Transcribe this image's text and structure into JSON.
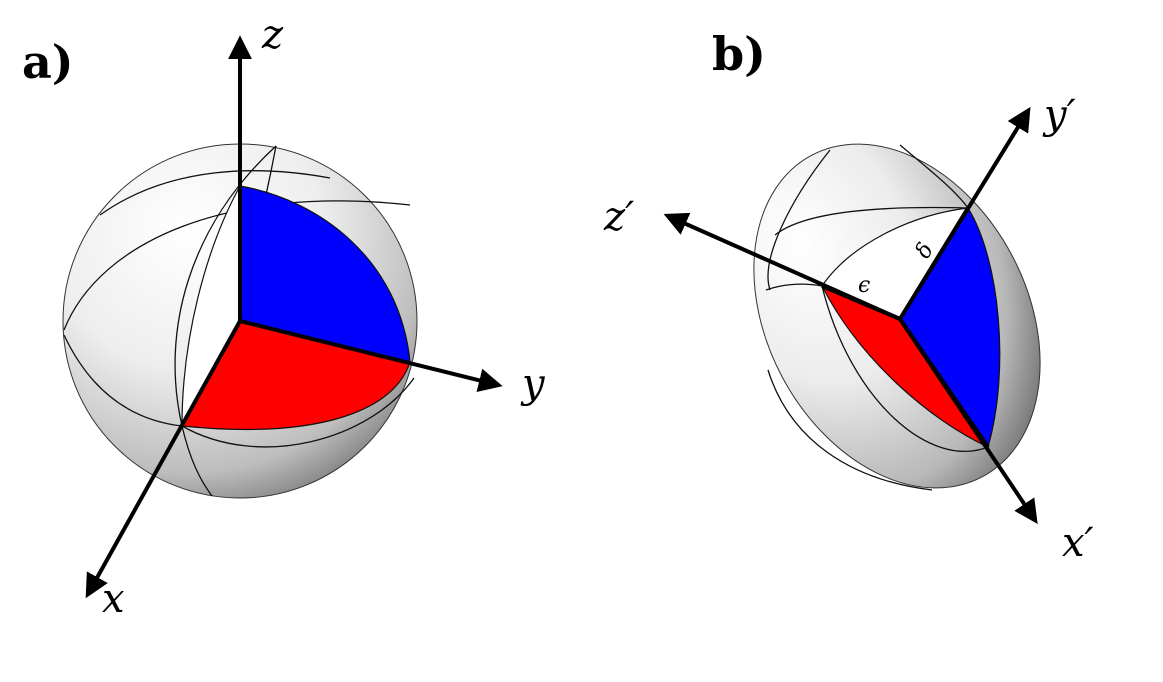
{
  "panels": {
    "a": {
      "label": "a)",
      "axes": {
        "x": "x",
        "y": "y",
        "z": "z"
      }
    },
    "b": {
      "label": "b)",
      "axes": {
        "x": "x′",
        "y": "y′",
        "z": "z′"
      },
      "angles": {
        "delta": "δ",
        "epsilon": "ϵ"
      }
    }
  },
  "colors": {
    "blue": "#0000ff",
    "red": "#ff0000",
    "sphere_light": "#ffffff",
    "sphere_dark": "#6a6a6a"
  }
}
